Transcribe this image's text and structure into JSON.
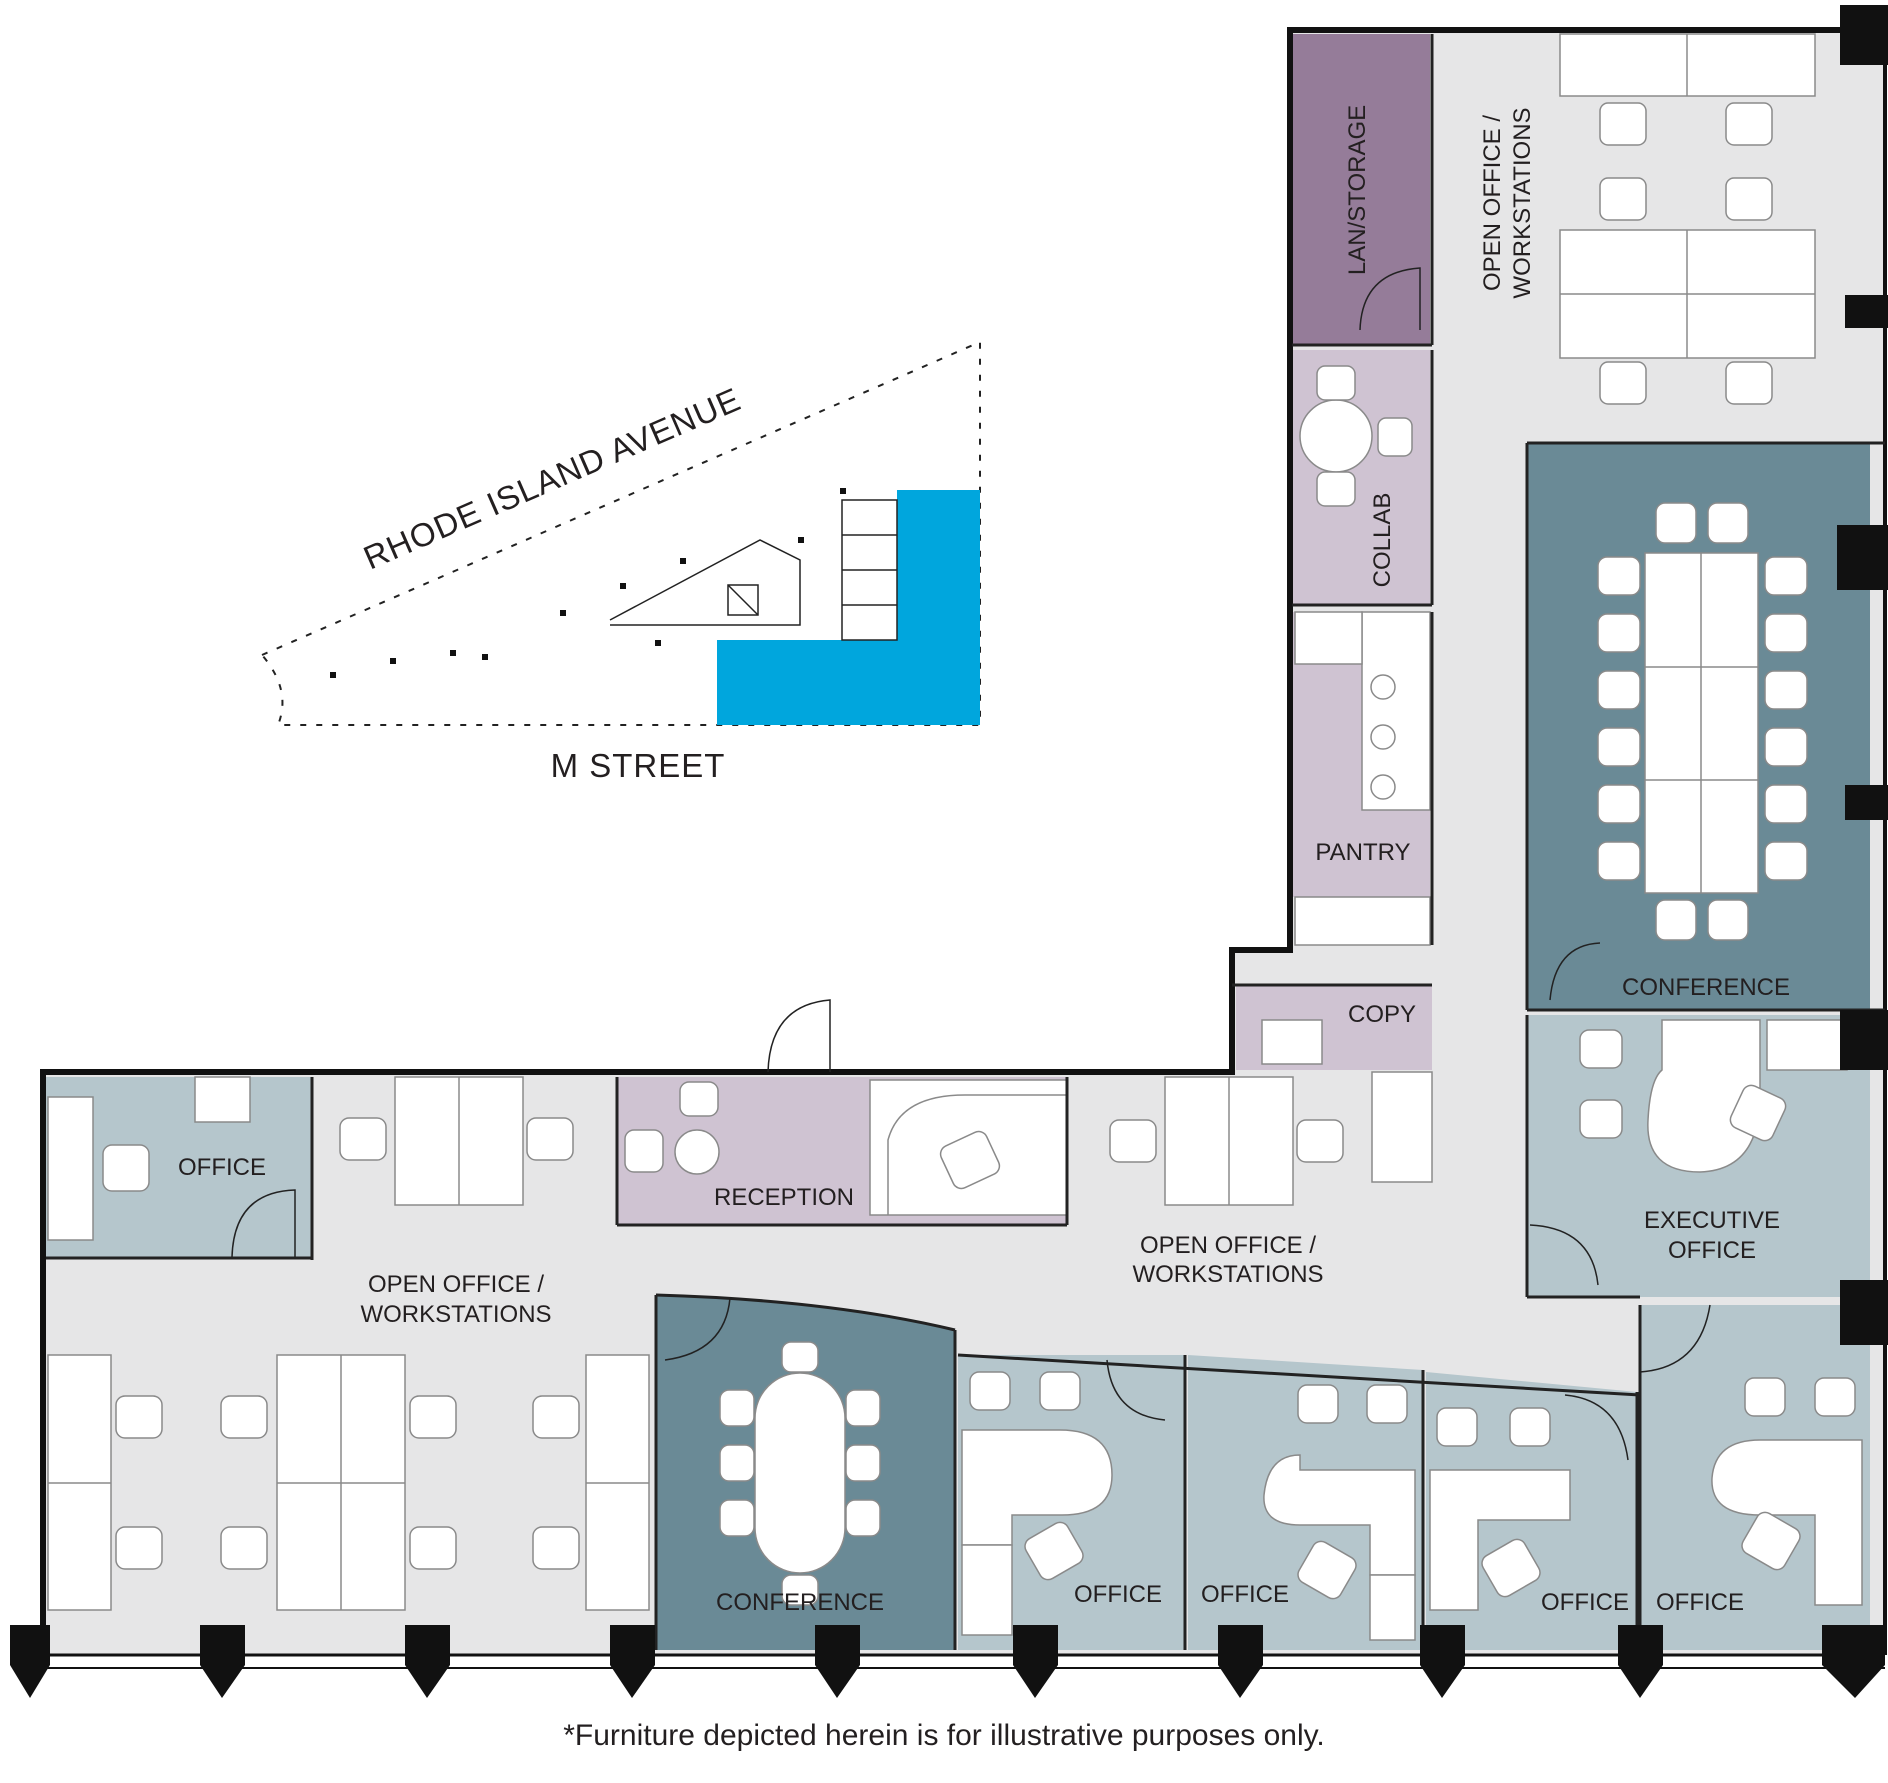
{
  "key_plan": {
    "street_diagonal": "RHODE ISLAND AVENUE",
    "street_bottom": "M STREET",
    "highlight_color": "#00a6dd"
  },
  "rooms": {
    "lan_storage": "LAN/STORAGE",
    "open_office_top_line1": "OPEN OFFICE /",
    "open_office_top_line2": "WORKSTATIONS",
    "collab": "COLLAB",
    "pantry": "PANTRY",
    "conference_large": "CONFERENCE",
    "copy": "COPY",
    "office_left": "OFFICE",
    "reception": "RECEPTION",
    "open_office_center_line1": "OPEN OFFICE /",
    "open_office_center_line2": "WORKSTATIONS",
    "executive_line1": "EXECUTIVE",
    "executive_line2": "OFFICE",
    "open_office_left_line1": "OPEN OFFICE /",
    "open_office_left_line2": "WORKSTATIONS",
    "conference_small": "CONFERENCE",
    "office_1": "OFFICE",
    "office_2": "OFFICE",
    "office_3": "OFFICE",
    "office_4": "OFFICE"
  },
  "colors": {
    "open_area": "#e6e6e7",
    "purple_dark": "#957c99",
    "purple_light": "#cfc3d2",
    "teal_dark": "#6a8a96",
    "office_blue": "#b5c6cc",
    "wall": "#111111"
  },
  "footnote": "*Furniture depicted herein is for illustrative purposes only."
}
